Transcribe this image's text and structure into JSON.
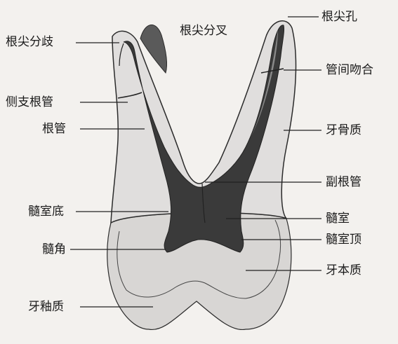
{
  "labels": {
    "apical_ramification": "根尖分歧",
    "apical_bifurcation": "根尖分叉",
    "apical_foramen": "根尖孔",
    "intercanal_anastomosis": "管间吻合",
    "lateral_canal": "侧支根管",
    "root_canal": "根管",
    "cementum": "牙骨质",
    "accessory_canal": "副根管",
    "pulp_floor": "髓室底",
    "pulp_chamber": "髓室",
    "pulp_roof": "髓室顶",
    "pulp_horn": "髓角",
    "dentin": "牙本质",
    "enamel": "牙釉质"
  },
  "colors": {
    "background": "#f3f1ee",
    "tooth_fill": "#dedcdb",
    "tooth_outline": "#2b2b2b",
    "pulp": "#3c3c3c",
    "leader": "#222222"
  }
}
